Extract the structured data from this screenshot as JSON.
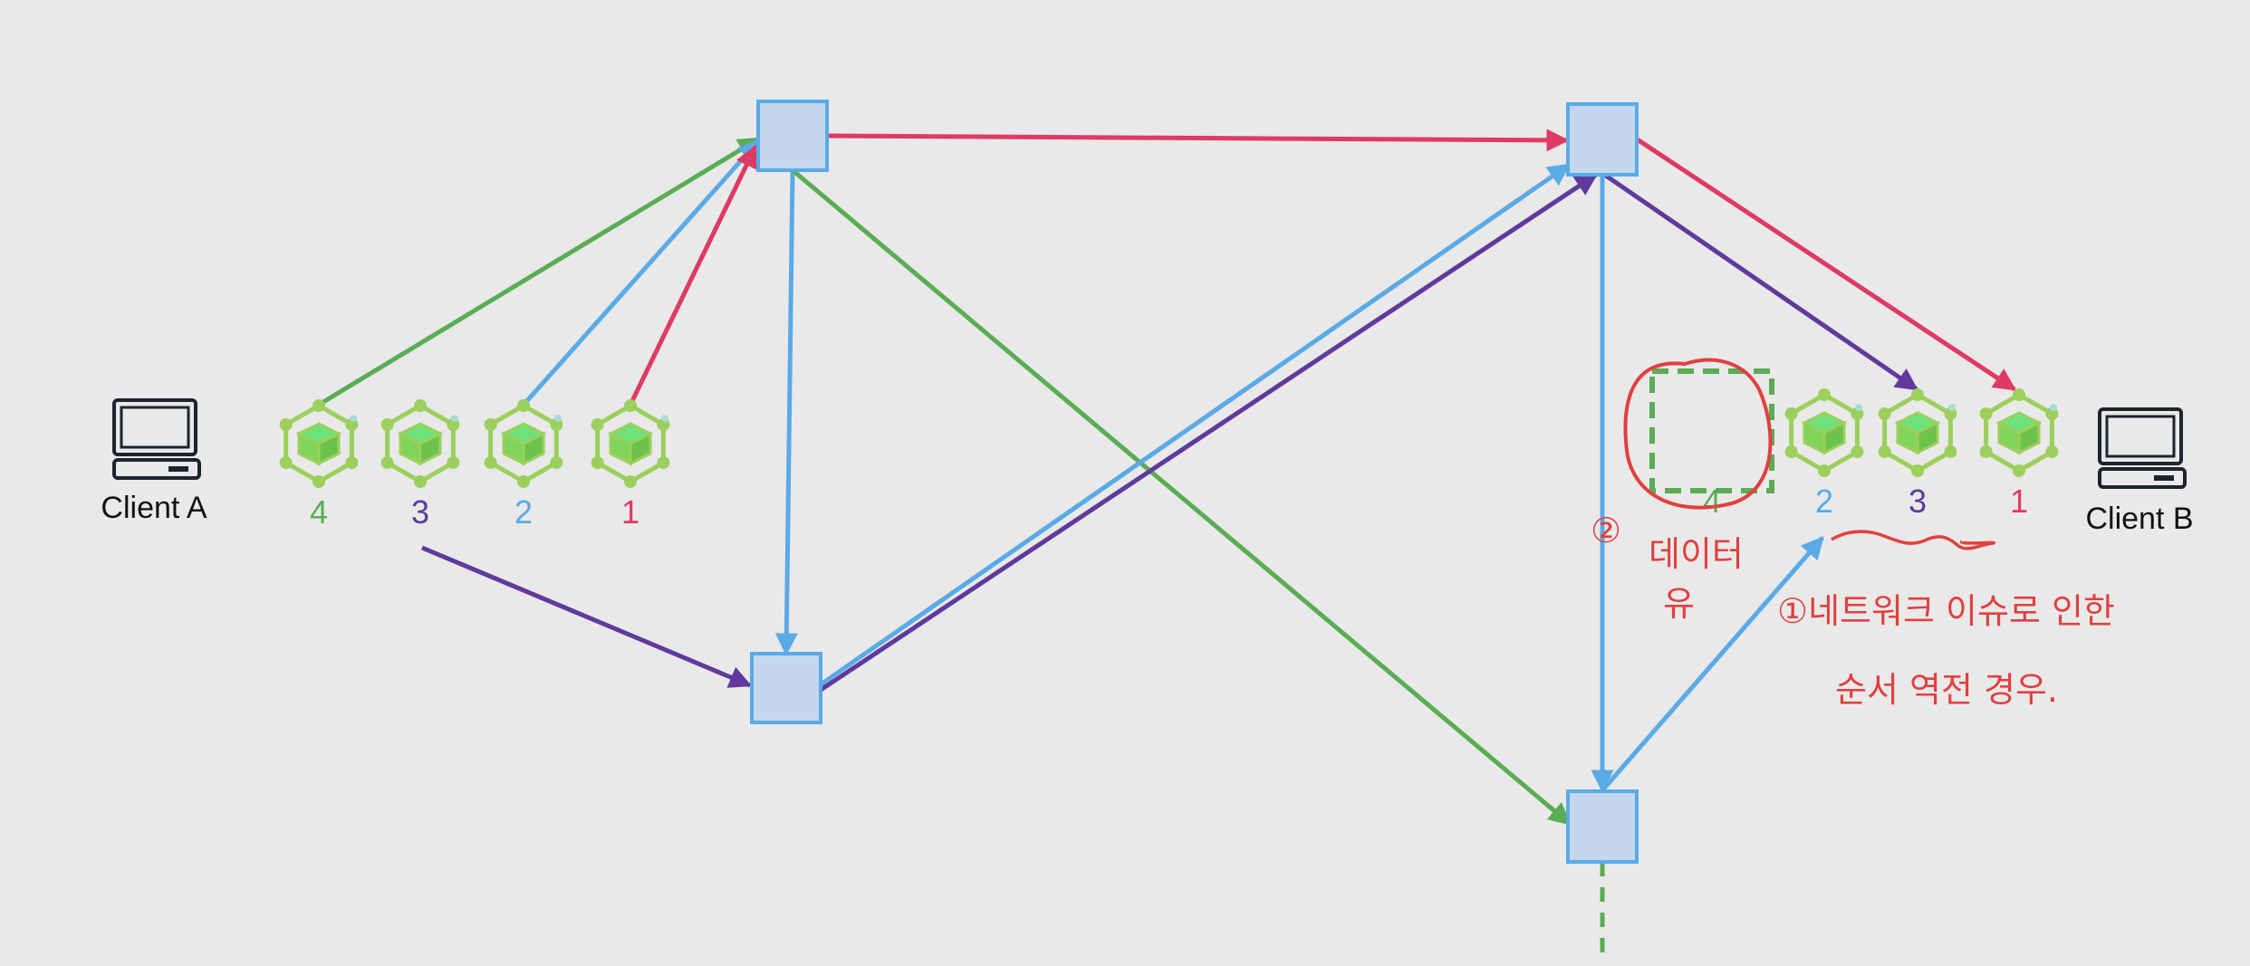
{
  "colors": {
    "background": "#e9e9e9",
    "node_fill": "#c5d7ee",
    "node_stroke": "#5aaae6",
    "green": "#5aac55",
    "purple": "#5f3a9c",
    "blue": "#5aaae6",
    "red": "#de3a63",
    "annotation": "#e04040",
    "packet": "#9ccf5c",
    "packet_core": "#6ee27a"
  },
  "clients": {
    "a": {
      "label": "Client A",
      "icon": "laptop-icon"
    },
    "b": {
      "label": "Client B",
      "icon": "laptop-icon"
    }
  },
  "packets_a": [
    {
      "label": "4",
      "color": "green"
    },
    {
      "label": "3",
      "color": "purple"
    },
    {
      "label": "2",
      "color": "blue"
    },
    {
      "label": "1",
      "color": "red"
    }
  ],
  "packets_b": [
    {
      "label": "4",
      "color": "green",
      "missing": true
    },
    {
      "label": "2",
      "color": "blue"
    },
    {
      "label": "3",
      "color": "purple"
    },
    {
      "label": "1",
      "color": "red"
    }
  ],
  "annotations": {
    "note_2_number": "②",
    "note_2_line1": "데이터",
    "note_2_line2": "유",
    "note_1_line1": "①네트워크 이슈로 인한",
    "note_1_line2": "순서 역전 경우."
  }
}
